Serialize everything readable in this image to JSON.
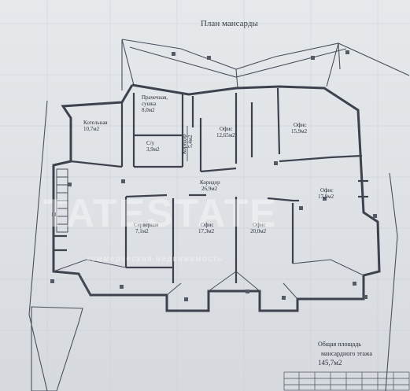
{
  "title": "План мансарды",
  "rooms": [
    {
      "name": "Котельная",
      "area": "10,7м2"
    },
    {
      "name": "Прачечная, сушка",
      "area": "8,0м2"
    },
    {
      "name": "С/у",
      "area": "3,9м2"
    },
    {
      "name": "Коридор",
      "area": "5,4м2"
    },
    {
      "name": "Офис",
      "area": "12,65м2"
    },
    {
      "name": "Офис",
      "area": "15,9м2"
    },
    {
      "name": "Коридор",
      "area": "26,9м2"
    },
    {
      "name": "Офис",
      "area": "17,9м2"
    },
    {
      "name": "Серверная",
      "area": "7,1м2"
    },
    {
      "name": "Офис",
      "area": "17,3м2"
    },
    {
      "name": "Офис",
      "area": "20,0м2"
    }
  ],
  "laundry_name_line1": "Прачечная,",
  "laundry_name_line2": "сушка",
  "total": {
    "line1": "Общая площадь",
    "line2": "мансардного этажа",
    "value": "145,7м2"
  },
  "watermark": {
    "brand": "TATESTATE",
    "tagline": "коммерческая недвижимость"
  }
}
